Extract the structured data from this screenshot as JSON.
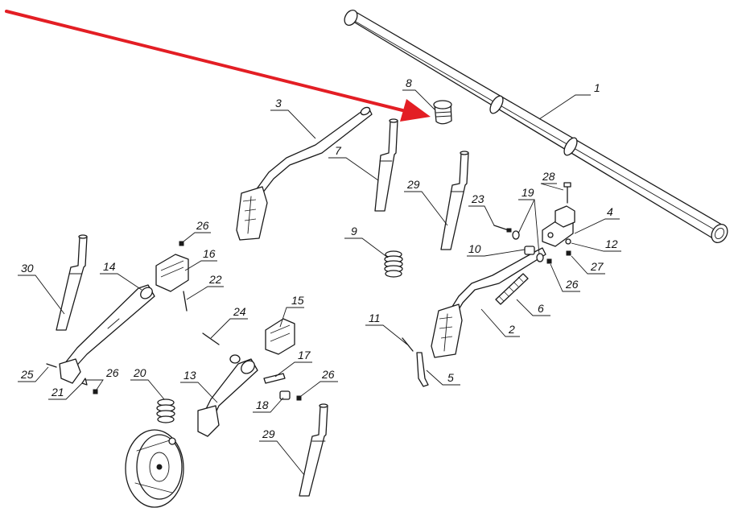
{
  "accent_color": "#e31e24",
  "callouts": [
    {
      "id": "c1",
      "number": "1"
    },
    {
      "id": "c2",
      "number": "2"
    },
    {
      "id": "c3",
      "number": "3"
    },
    {
      "id": "c4",
      "number": "4"
    },
    {
      "id": "c5",
      "number": "5"
    },
    {
      "id": "c6",
      "number": "6"
    },
    {
      "id": "c7",
      "number": "7"
    },
    {
      "id": "c8",
      "number": "8"
    },
    {
      "id": "c9",
      "number": "9"
    },
    {
      "id": "c10",
      "number": "10"
    },
    {
      "id": "c11",
      "number": "11"
    },
    {
      "id": "c12",
      "number": "12"
    },
    {
      "id": "c13",
      "number": "13"
    },
    {
      "id": "c14",
      "number": "14"
    },
    {
      "id": "c15",
      "number": "15"
    },
    {
      "id": "c16",
      "number": "16"
    },
    {
      "id": "c17",
      "number": "17"
    },
    {
      "id": "c18",
      "number": "18"
    },
    {
      "id": "c19",
      "number": "19"
    },
    {
      "id": "c20",
      "number": "20"
    },
    {
      "id": "c21",
      "number": "21"
    },
    {
      "id": "c22",
      "number": "22"
    },
    {
      "id": "c23",
      "number": "23"
    },
    {
      "id": "c24",
      "number": "24"
    },
    {
      "id": "c25",
      "number": "25"
    },
    {
      "id": "c26a",
      "number": "26"
    },
    {
      "id": "c26b",
      "number": "26"
    },
    {
      "id": "c26c",
      "number": "26"
    },
    {
      "id": "c26d",
      "number": "26"
    },
    {
      "id": "c27",
      "number": "27"
    },
    {
      "id": "c28",
      "number": "28"
    },
    {
      "id": "c29a",
      "number": "29"
    },
    {
      "id": "c29b",
      "number": "29"
    },
    {
      "id": "c30",
      "number": "30"
    }
  ]
}
